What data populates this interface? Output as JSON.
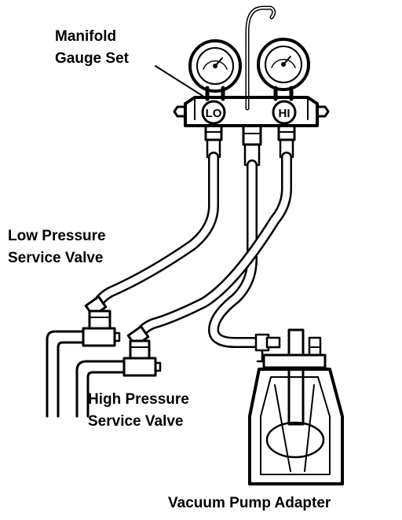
{
  "labels": {
    "manifold_line1": "Manifold",
    "manifold_line2": "Gauge Set",
    "low_line1": "Low Pressure",
    "low_line2": "Service Valve",
    "high_line1": "High Pressure",
    "high_line2": "Service Valve",
    "vacuum": "Vacuum Pump Adapter"
  },
  "manifold": {
    "low_knob": "LO",
    "high_knob": "HI"
  },
  "colors": {
    "ink": "#000000",
    "paper": "#ffffff"
  }
}
